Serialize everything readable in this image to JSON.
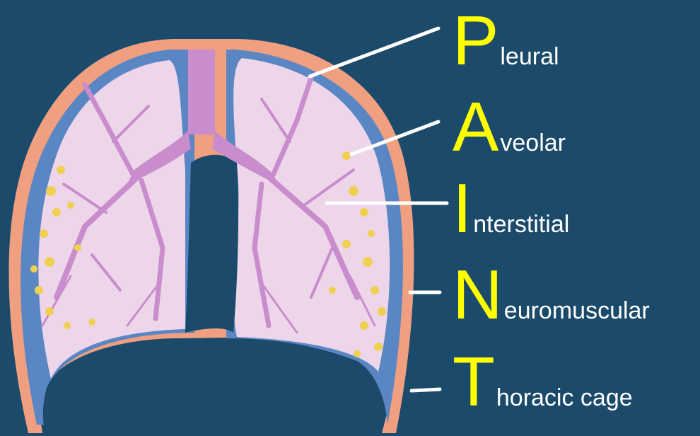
{
  "terms": [
    {
      "initial": "P",
      "rest": "leural"
    },
    {
      "initial": "A",
      "rest": "veolar"
    },
    {
      "initial": "I",
      "rest": "nterstitial"
    },
    {
      "initial": "N",
      "rest": "euromuscular"
    },
    {
      "initial": "T",
      "rest": "horacic cage"
    }
  ],
  "colors": {
    "background": "#1b4a6b",
    "initial_letter": "#ffff00",
    "label_text": "#ffffff",
    "chest_wall": "#f0a080",
    "pleura": "#5b86c4",
    "lung_tissue": "#eed6ea",
    "bronchial_tree": "#c98ccc",
    "alveoli": "#f0d050"
  }
}
